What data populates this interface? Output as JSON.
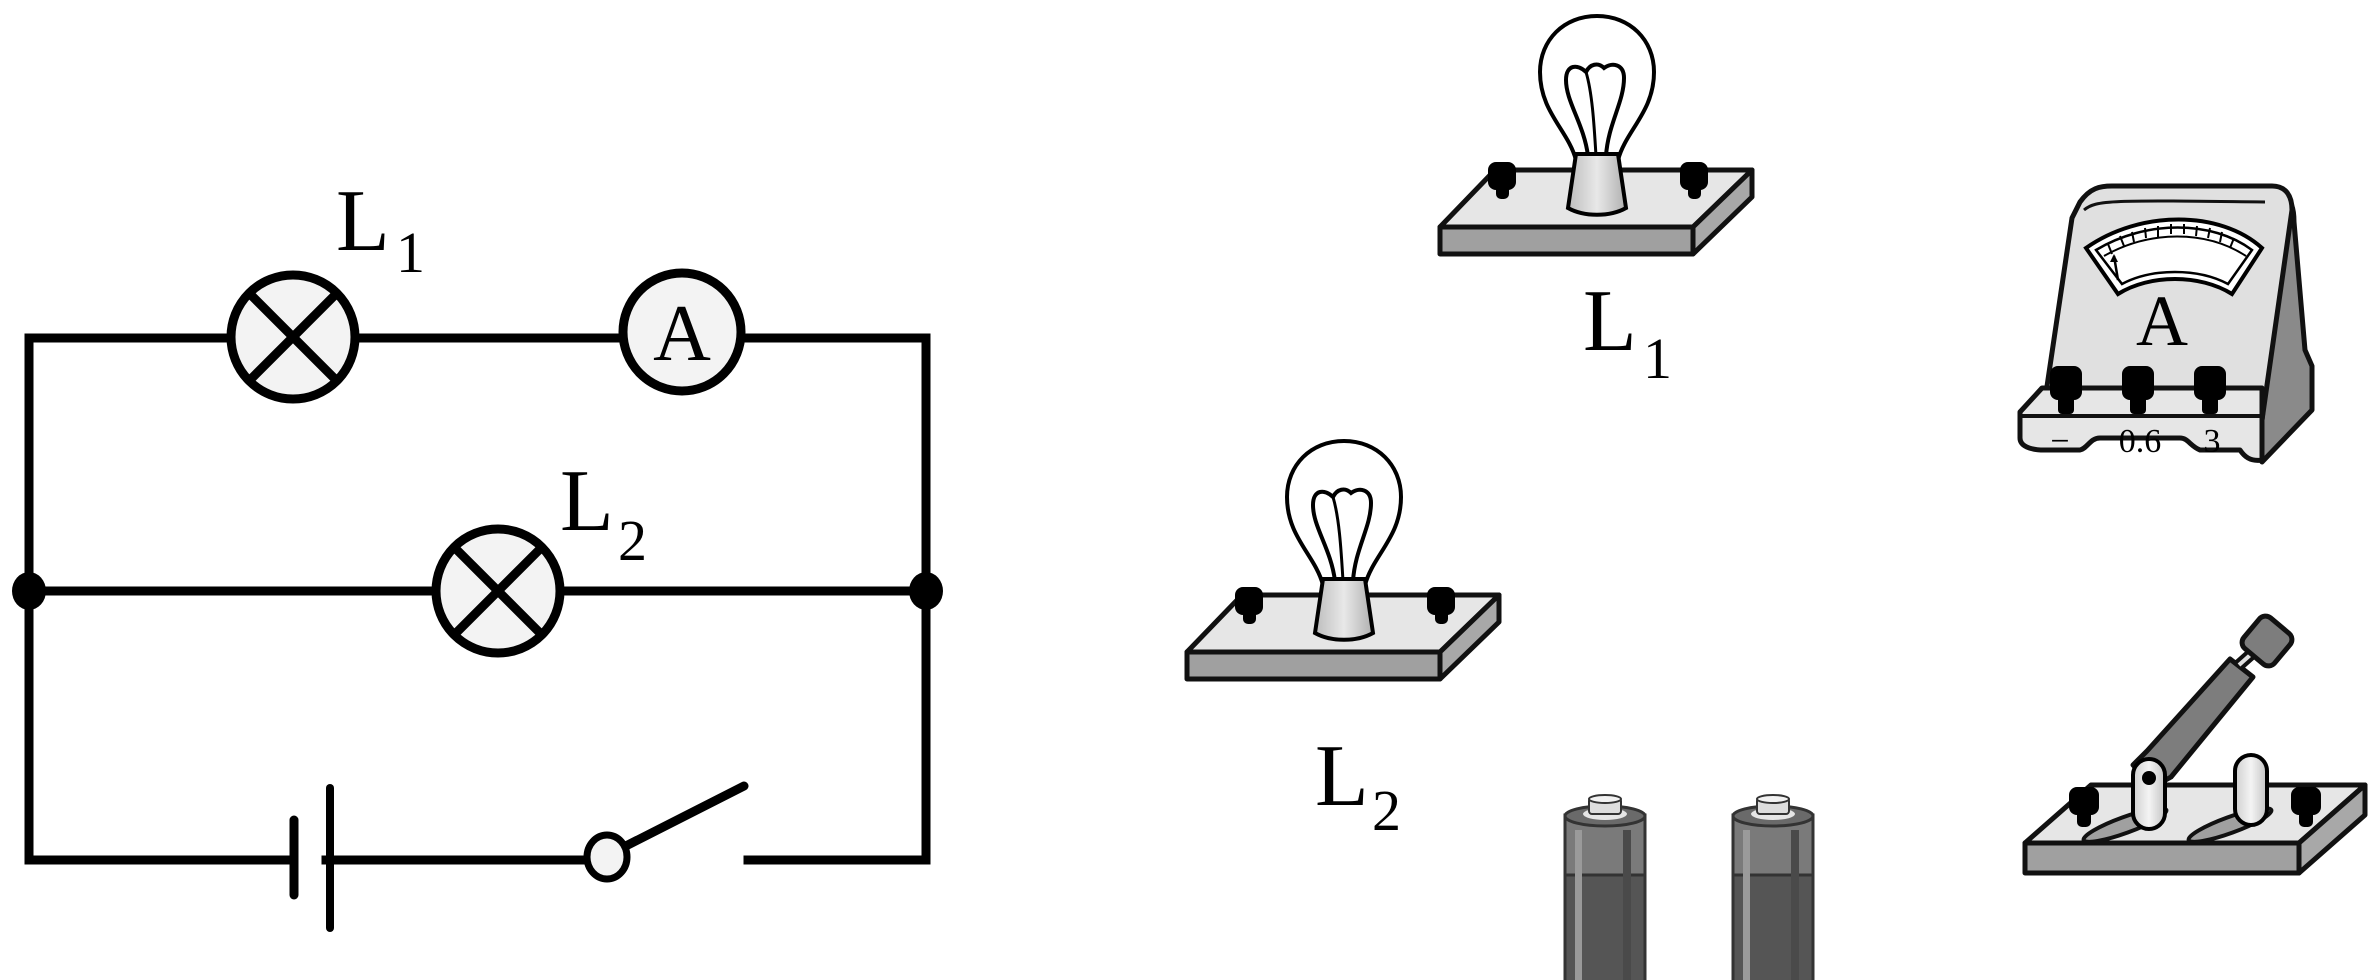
{
  "circuit_diagram": {
    "lamp1": {
      "letter": "L",
      "subscript": "1"
    },
    "lamp2": {
      "letter": "L",
      "subscript": "2"
    },
    "ammeter_symbol": "A"
  },
  "components": {
    "bulb1_label": {
      "letter": "L",
      "subscript": "1"
    },
    "bulb2_label": {
      "letter": "L",
      "subscript": "2"
    },
    "ammeter": {
      "face_letter": "A",
      "terminals": [
        "−",
        "0.6",
        "3"
      ]
    },
    "batteries_count": 2,
    "switch_state": "open"
  },
  "colors": {
    "line": "#000000",
    "symbol_fill": "#f3f3f3",
    "board_top": "#e6e6e6",
    "board_side": "#a0a0a0",
    "battery_body": "#555555",
    "battery_band": "#7a7a7a",
    "lever": "#7d7d7d"
  }
}
